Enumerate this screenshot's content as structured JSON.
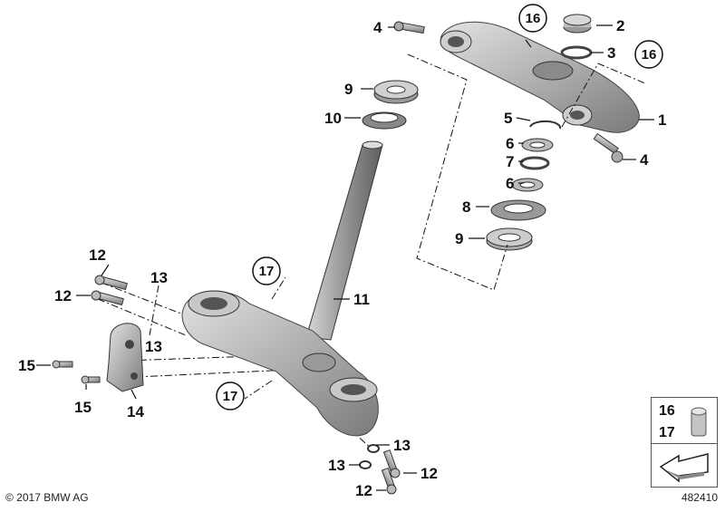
{
  "diagram": {
    "callouts": {
      "c1": "1",
      "c2": "2",
      "c3": "3",
      "c4a": "4",
      "c4b": "4",
      "c5": "5",
      "c6a": "6",
      "c6b": "6",
      "c7": "7",
      "c8": "8",
      "c9a": "9",
      "c9b": "9",
      "c10": "10",
      "c11": "11",
      "c12a": "12",
      "c12b": "12",
      "c12c": "12",
      "c12d": "12",
      "c13a": "13",
      "c13b": "13",
      "c13c": "13",
      "c13d": "13",
      "c14": "14",
      "c15a": "15",
      "c15b": "15",
      "c16a": "16",
      "c16b": "16",
      "c17a": "17",
      "c17b": "17"
    },
    "legend": {
      "item_a": "16",
      "item_b": "17"
    },
    "copyright": "© 2017 BMW AG",
    "drawing_id": "482410"
  },
  "colors": {
    "part_fill": "#b8b8b8",
    "part_dark": "#6e6e6e",
    "part_light": "#dcdcdc",
    "line": "#111111"
  }
}
